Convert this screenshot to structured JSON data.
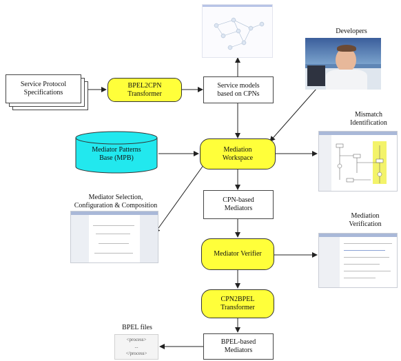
{
  "nodes": {
    "service_protocol": "Service Protocol\nSpecifications",
    "bpel2cpn": "BPEL2CPN\nTransformer",
    "service_models": "Service models\nbased on CPNs",
    "mediator_patterns": "Mediator Patterns\nBase (MPB)",
    "mediation_workspace": "Mediation\nWorkspace",
    "cpn_mediators": "CPN-based\nMediators",
    "mediator_verifier": "Mediator Verifier",
    "cpn2bpel": "CPN2BPEL\nTransformer",
    "bpel_mediators": "BPEL-based\nMediators"
  },
  "labels": {
    "developers": "Developers",
    "mismatch": "Mismatch\nIdentification",
    "selection": "Mediator Selection,\nConfiguration & Composition",
    "verification": "Mediation\nVerification",
    "bpel_files": "BPEL files"
  },
  "bpel_file_lines": [
    "<process>",
    "...",
    "</process>"
  ],
  "colors": {
    "yellow_node": "#ffff3a",
    "database": "#22e8ee",
    "arrow": "#222222"
  }
}
